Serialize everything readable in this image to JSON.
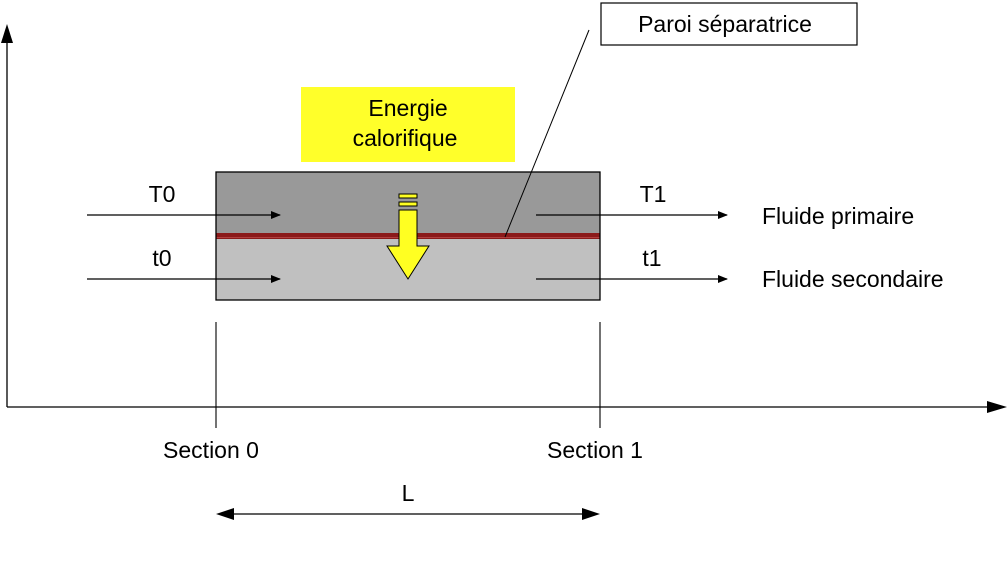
{
  "diagram": {
    "type": "heat-exchanger-schematic",
    "colors": {
      "primary_fluid": "#999999",
      "secondary_fluid": "#c0c0c0",
      "wall": "#8b1a1a",
      "energy_box": "#ffff2a",
      "energy_arrow": "#ffff22",
      "line": "#000000"
    },
    "energy_label": {
      "line1": "Energie",
      "line2": "calorifique"
    },
    "wall_callout": "Paroi séparatrice",
    "inlet": {
      "primary_temp": "T0",
      "secondary_temp": "t0"
    },
    "outlet": {
      "primary_temp": "T1",
      "secondary_temp": "t1"
    },
    "fluids": {
      "primary": "Fluide primaire",
      "secondary": "Fluide secondaire"
    },
    "sections": {
      "start": "Section 0",
      "end": "Section 1"
    },
    "length_label": "L"
  }
}
